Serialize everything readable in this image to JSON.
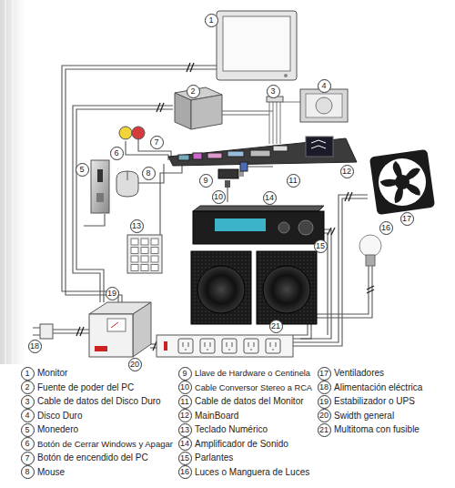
{
  "diagram": {
    "labels": [
      "1",
      "2",
      "3",
      "4",
      "5",
      "6",
      "7",
      "8",
      "9",
      "10",
      "11",
      "12",
      "13",
      "14",
      "15",
      "16",
      "17",
      "18",
      "19",
      "20",
      "21",
      "1",
      "2",
      "3",
      "4",
      "5",
      "6",
      "7",
      "8",
      "9",
      "10",
      "11",
      "12",
      "13",
      "14",
      "15",
      "16",
      "17",
      "18",
      "19",
      "20",
      "21"
    ],
    "legend": [
      {
        "text": "Monitor"
      },
      {
        "text": "Fuente de poder del PC"
      },
      {
        "text": "Cable de datos del Disco Duro"
      },
      {
        "text": "Disco Duro"
      },
      {
        "text": "Monedero"
      },
      {
        "text": "Botón de Cerrar Windows y Apagar"
      },
      {
        "text": "Botón de encendido del PC"
      },
      {
        "text": "Mouse"
      },
      {
        "text": "Llave de Hardware o Centinela"
      },
      {
        "text": "Cable Conversor Stereo a RCA"
      },
      {
        "text": "Cable de datos del Monitor"
      },
      {
        "text": "MainBoard"
      },
      {
        "text": "Teclado Numérico"
      },
      {
        "text": "Amplificador de Sonido"
      },
      {
        "text": "Parlantes"
      },
      {
        "text": "Luces o Manguera de Luces"
      },
      {
        "text": "Ventiladores"
      },
      {
        "text": "Alimentación eléctrica"
      },
      {
        "text": "Estabilizador o UPS"
      },
      {
        "text": "Swidth general"
      },
      {
        "text": "Multitoma con fusible"
      }
    ]
  }
}
